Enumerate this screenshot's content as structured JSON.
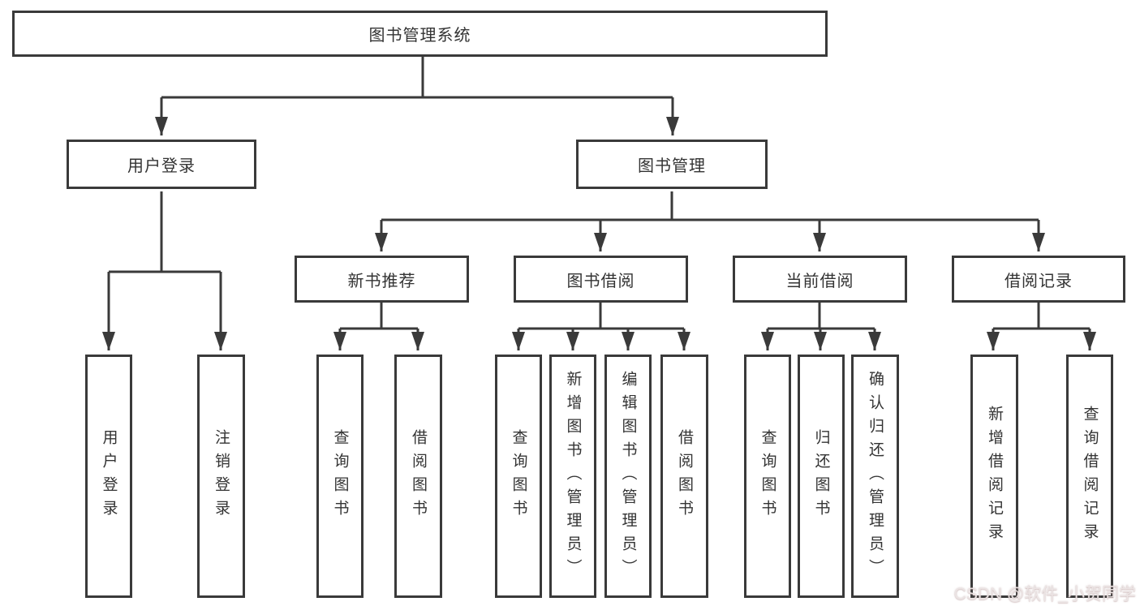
{
  "diagram": {
    "title": "图书管理系统",
    "root": {
      "label": "图书管理系统"
    },
    "level2": [
      {
        "label": "用户登录"
      },
      {
        "label": "图书管理"
      }
    ],
    "level3": [
      {
        "label": "新书推荐",
        "parent": "图书管理"
      },
      {
        "label": "图书借阅",
        "parent": "图书管理"
      },
      {
        "label": "当前借阅",
        "parent": "图书管理"
      },
      {
        "label": "借阅记录",
        "parent": "图书管理"
      }
    ],
    "leaves": [
      {
        "label": "用户登录",
        "parent": "用户登录"
      },
      {
        "label": "注销登录",
        "parent": "用户登录"
      },
      {
        "label": "查询图书",
        "parent": "新书推荐"
      },
      {
        "label": "借阅图书",
        "parent": "新书推荐"
      },
      {
        "label": "查询图书",
        "parent": "图书借阅"
      },
      {
        "label": "新增图书（管理员）",
        "parent": "图书借阅"
      },
      {
        "label": "编辑图书（管理员）",
        "parent": "图书借阅"
      },
      {
        "label": "借阅图书",
        "parent": "图书借阅"
      },
      {
        "label": "查询图书",
        "parent": "当前借阅"
      },
      {
        "label": "归还图书",
        "parent": "当前借阅"
      },
      {
        "label": "确认归还（管理员）",
        "parent": "当前借阅"
      },
      {
        "label": "新增借阅记录",
        "parent": "借阅记录"
      },
      {
        "label": "查询借阅记录",
        "parent": "借阅记录"
      }
    ]
  },
  "watermark": {
    "text": "CSDN @软件_小贺同学"
  },
  "colors": {
    "line": "#3a3a3a",
    "text": "#333333",
    "background": "#ffffff"
  }
}
